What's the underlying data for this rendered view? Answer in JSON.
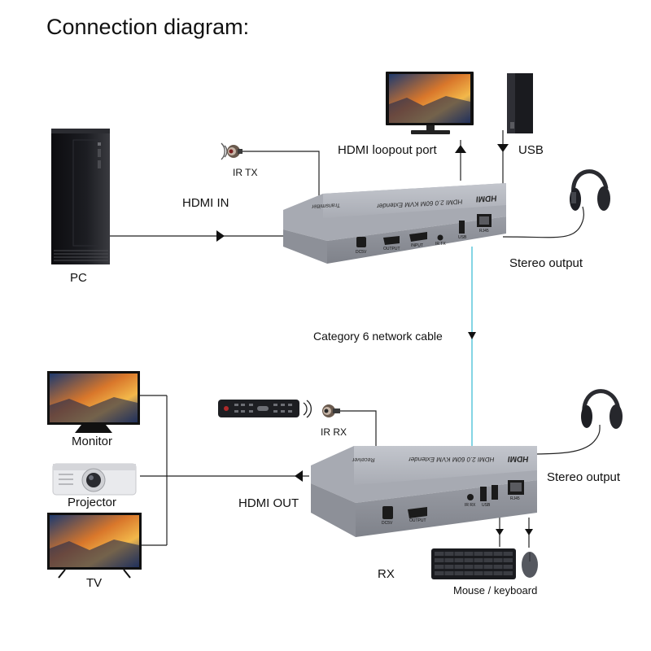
{
  "title": "Connection diagram:",
  "labels": {
    "ir_tx": "IR TX",
    "hdmi_loopout": "HDMI loopout port",
    "usb": "USB",
    "hdmi_in": "HDMI IN",
    "pc": "PC",
    "stereo_output_top": "Stereo output",
    "network_cable": "Category 6 network cable",
    "ir_rx": "IR RX",
    "monitor": "Monitor",
    "projector": "Projector",
    "tv": "TV",
    "hdmi_out": "HDMI OUT",
    "stereo_output_bottom": "Stereo output",
    "rx": "RX",
    "mouse_keyboard": "Mouse / keyboard"
  },
  "devices": {
    "transmitter": {
      "top_text": "HDMI 2.0 60M KVM Extender",
      "role_text": "Transmitter",
      "port_labels": [
        "DC5V",
        "OUTPUT",
        "INPUT",
        "IR TX",
        "USB",
        "RJ45"
      ]
    },
    "receiver": {
      "top_text": "HDMI 2.0 60M KVM Extender",
      "role_text": "Receiver",
      "port_labels": [
        "DC5V",
        "OUTPUT",
        "IR RX",
        "USB",
        "RJ45"
      ]
    },
    "brand_logo": "HDMI"
  },
  "colors": {
    "cable_black": "#222222",
    "network_cable": "#4fc3d9",
    "device_body": "#a3a6ae",
    "device_top": "#b7bac2",
    "device_front": "#8b8e96"
  },
  "icons": [
    "pc-tower-icon",
    "monitor-icon",
    "usb-host-icon",
    "headphones-icon",
    "ir-sensor-icon",
    "remote-control-icon",
    "projector-icon",
    "tv-icon",
    "keyboard-icon",
    "mouse-icon"
  ]
}
